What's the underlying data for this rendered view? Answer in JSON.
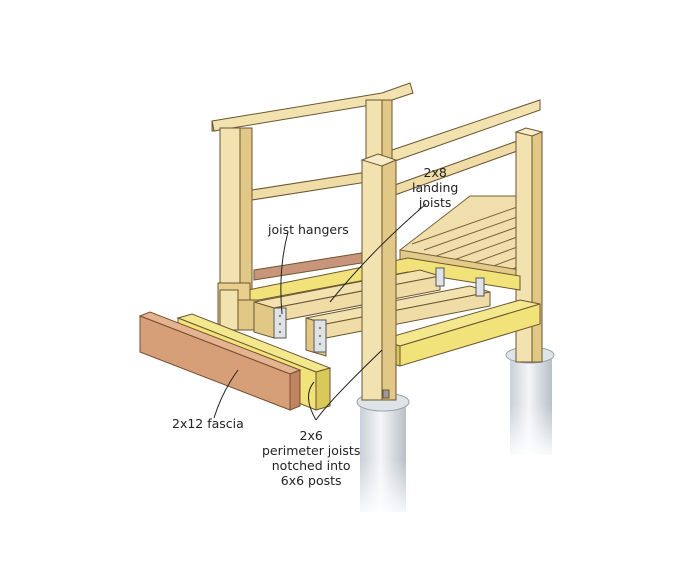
{
  "labels": {
    "landing_joists": [
      "2x8",
      "landing",
      "joists"
    ],
    "joist_hangers": "joist hangers",
    "fascia": "2x12 fascia",
    "perimeter_joists": [
      "2x6",
      "perimeter joists",
      "notched into",
      "6x6 posts"
    ]
  },
  "colors": {
    "wood_light": "#f2e2b0",
    "wood_mid": "#e8cf8e",
    "wood_shade": "#d9bd78",
    "yellow_joist": "#f1e27a",
    "yellow_joist_dark": "#d9c85a",
    "fascia": "#d79f77",
    "fascia_dark": "#bf8461",
    "pier": "#eef1f4",
    "pier_shade": "#c5ccd3",
    "outline": "#5c4a2a"
  }
}
